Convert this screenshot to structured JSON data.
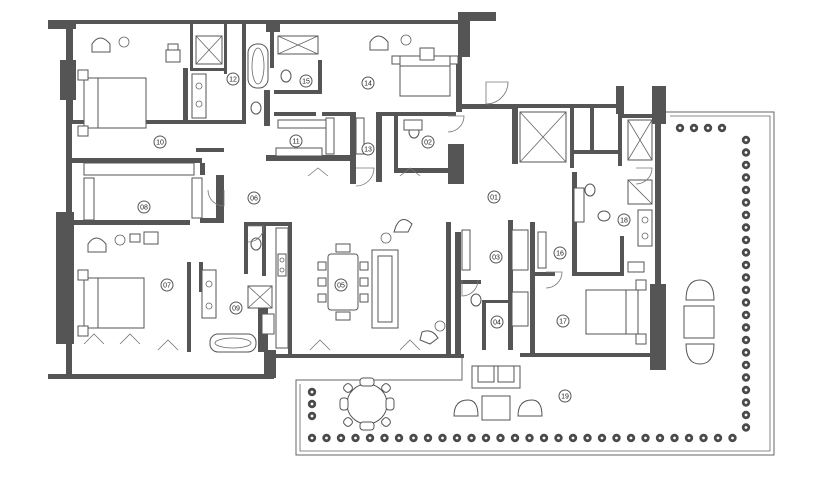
{
  "rooms": [
    {
      "id": "r01",
      "label": "01"
    },
    {
      "id": "r02",
      "label": "02"
    },
    {
      "id": "r03",
      "label": "03"
    },
    {
      "id": "r04",
      "label": "04"
    },
    {
      "id": "r05",
      "label": "05"
    },
    {
      "id": "r06",
      "label": "06"
    },
    {
      "id": "r07",
      "label": "07"
    },
    {
      "id": "r08",
      "label": "08"
    },
    {
      "id": "r09",
      "label": "09"
    },
    {
      "id": "r10",
      "label": "10"
    },
    {
      "id": "r11",
      "label": "11"
    },
    {
      "id": "r12",
      "label": "12"
    },
    {
      "id": "r13",
      "label": "13"
    },
    {
      "id": "r14",
      "label": "14"
    },
    {
      "id": "r15",
      "label": "15"
    },
    {
      "id": "r16",
      "label": "16"
    },
    {
      "id": "r17",
      "label": "17"
    },
    {
      "id": "r18",
      "label": "18"
    },
    {
      "id": "r19",
      "label": "19"
    }
  ],
  "colors": {
    "wall": "#555555",
    "background": "#ffffff",
    "label": "#222222"
  }
}
